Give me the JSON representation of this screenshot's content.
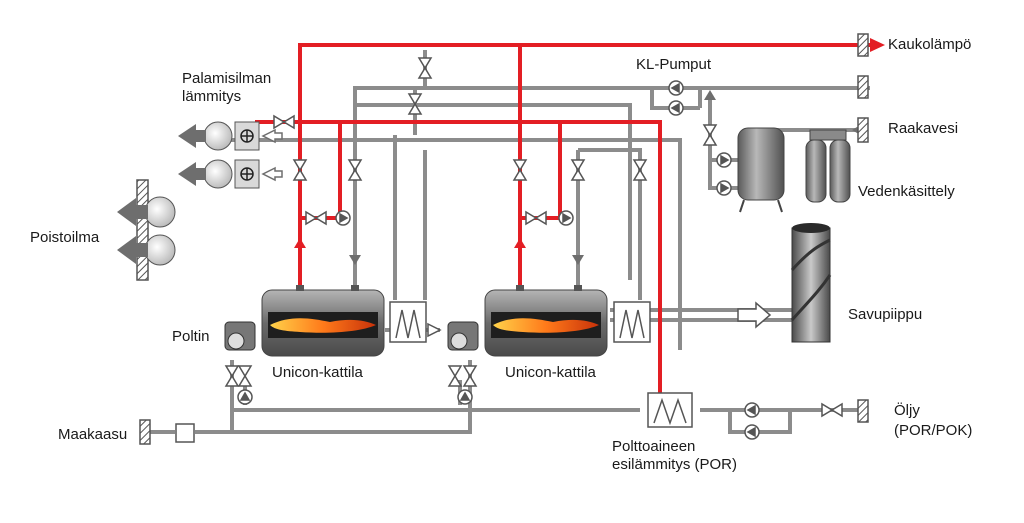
{
  "labels": {
    "district_heat": "Kaukolämpö",
    "kl_pumps": "KL-Pumput",
    "air_preheat_1": "Palamisilman",
    "air_preheat_2": "lämmitys",
    "raw_water": "Raakavesi",
    "water_treatment": "Vedenkäsittely",
    "exhaust_air": "Poistoilma",
    "chimney": "Savupiippu",
    "burner": "Poltin",
    "boiler_1": "Unicon-kattila",
    "boiler_2": "Unicon-kattila",
    "natural_gas": "Maakaasu",
    "oil_1": "Öljy",
    "oil_2": "(POR/POK)",
    "fuel_preheat_1": "Polttoaineen",
    "fuel_preheat_2": "esilämmitys (POR)"
  },
  "colors": {
    "hot_pipe": "#e31e24",
    "pipe": "#8c8c8c",
    "wall": "#555555",
    "arrow": "#6e6e6e",
    "boiler": "#7a7a7a",
    "flame": "#ff7a1a"
  }
}
